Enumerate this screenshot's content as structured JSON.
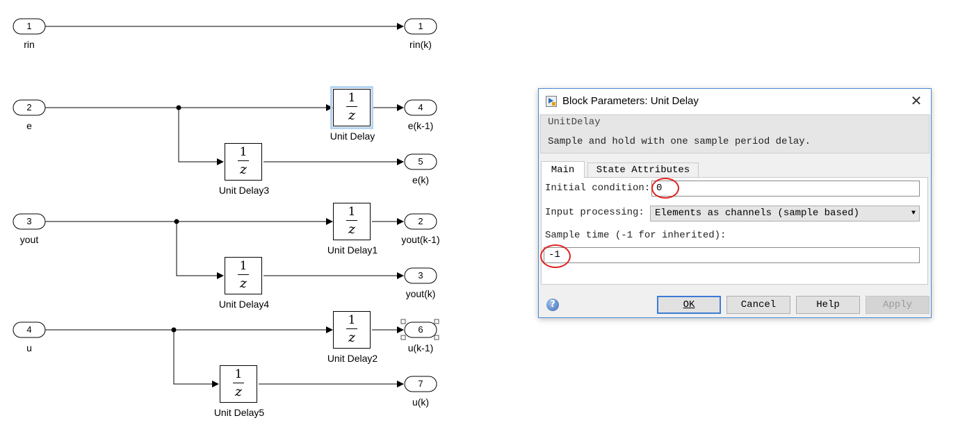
{
  "diagram": {
    "inports": [
      {
        "num": "1",
        "name": "rin"
      },
      {
        "num": "2",
        "name": "e"
      },
      {
        "num": "3",
        "name": "yout"
      },
      {
        "num": "4",
        "name": "u"
      }
    ],
    "outports": [
      {
        "num": "1",
        "name": "rin(k)"
      },
      {
        "num": "4",
        "name": "e(k-1)"
      },
      {
        "num": "5",
        "name": "e(k)"
      },
      {
        "num": "2",
        "name": "yout(k-1)"
      },
      {
        "num": "3",
        "name": "yout(k)"
      },
      {
        "num": "6",
        "name": "u(k-1)"
      },
      {
        "num": "7",
        "name": "u(k)"
      }
    ],
    "blocks": [
      {
        "name": "Unit Delay",
        "numerator": "1",
        "denominator": "z"
      },
      {
        "name": "Unit Delay3",
        "numerator": "1",
        "denominator": "z"
      },
      {
        "name": "Unit Delay1",
        "numerator": "1",
        "denominator": "z"
      },
      {
        "name": "Unit Delay4",
        "numerator": "1",
        "denominator": "z"
      },
      {
        "name": "Unit Delay2",
        "numerator": "1",
        "denominator": "z"
      },
      {
        "name": "Unit Delay5",
        "numerator": "1",
        "denominator": "z"
      }
    ]
  },
  "dialog": {
    "title": "Block Parameters: Unit Delay",
    "close_symbol": "✕",
    "block_type": "UnitDelay",
    "description": "Sample and hold with one sample period delay.",
    "tabs": [
      "Main",
      "State Attributes"
    ],
    "initial_condition_label": "Initial condition:",
    "initial_condition_value": "0",
    "input_processing_label": "Input processing:",
    "input_processing_value": "Elements as channels (sample based)",
    "sample_time_label": "Sample time (-1 for inherited):",
    "sample_time_value": "-1",
    "help_icon_glyph": "?",
    "buttons": {
      "ok": "OK",
      "cancel": "Cancel",
      "help": "Help",
      "apply": "Apply"
    },
    "highlight_color": "#e02020",
    "accent_color": "#3a7bd5"
  }
}
